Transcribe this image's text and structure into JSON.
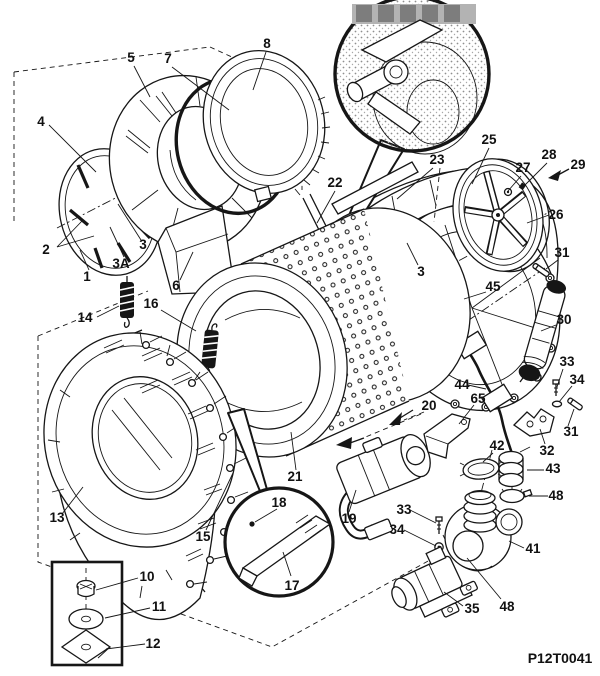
{
  "diagram": {
    "kind": "exploded parts diagram",
    "subject": "front-load washer tub, drum and pump assembly",
    "code": "P12T0041",
    "colors": {
      "line": "#161616",
      "background": "#ffffff",
      "stipple": "#8f8f8f"
    },
    "labels": {
      "n1": "1",
      "n2": "2",
      "n3": "3",
      "n3A": "3A",
      "n3b": "3",
      "n4": "4",
      "n5": "5",
      "n6": "6",
      "n7": "7",
      "n8": "8",
      "n10": "10",
      "n11": "11",
      "n12": "12",
      "n13": "13",
      "n14": "14",
      "n15": "15",
      "n16": "16",
      "n17": "17",
      "n18": "18",
      "n19": "19",
      "n20": "20",
      "n21": "21",
      "n22": "22",
      "n23": "23",
      "n25": "25",
      "n26": "26",
      "n27": "27",
      "n28": "28",
      "n29": "29",
      "n30": "30",
      "n31a": "31",
      "n31b": "31",
      "n32": "32",
      "n33a": "33",
      "n33b": "33",
      "n34a": "34",
      "n34b": "34",
      "n35": "35",
      "n41": "41",
      "n42": "42",
      "n43": "43",
      "n44": "44",
      "n45": "45",
      "n48a": "48",
      "n48b": "48",
      "n65": "65"
    }
  }
}
